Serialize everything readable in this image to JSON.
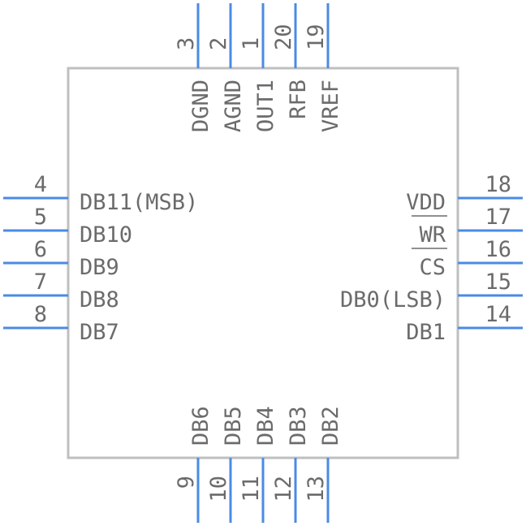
{
  "component": {
    "pins": {
      "top": [
        {
          "number": "3",
          "name": "DGND"
        },
        {
          "number": "2",
          "name": "AGND"
        },
        {
          "number": "1",
          "name": "OUT1"
        },
        {
          "number": "20",
          "name": "RFB"
        },
        {
          "number": "19",
          "name": "VREF"
        }
      ],
      "left": [
        {
          "number": "4",
          "name": "DB11(MSB)"
        },
        {
          "number": "5",
          "name": "DB10"
        },
        {
          "number": "6",
          "name": "DB9"
        },
        {
          "number": "7",
          "name": "DB8"
        },
        {
          "number": "8",
          "name": "DB7"
        }
      ],
      "right": [
        {
          "number": "18",
          "name": "VDD",
          "overline": false
        },
        {
          "number": "17",
          "name": "WR",
          "overline": true
        },
        {
          "number": "16",
          "name": "CS",
          "overline": true
        },
        {
          "number": "15",
          "name": "DB0(LSB)",
          "overline": false
        },
        {
          "number": "14",
          "name": "DB1",
          "overline": false
        }
      ],
      "bottom": [
        {
          "number": "9",
          "name": "DB6"
        },
        {
          "number": "10",
          "name": "DB5"
        },
        {
          "number": "11",
          "name": "DB4"
        },
        {
          "number": "12",
          "name": "DB3"
        },
        {
          "number": "13",
          "name": "DB2"
        }
      ]
    },
    "colors": {
      "pin": "#4a8be3",
      "outline": "#bfbfbf",
      "text": "#6b6b6b"
    }
  }
}
